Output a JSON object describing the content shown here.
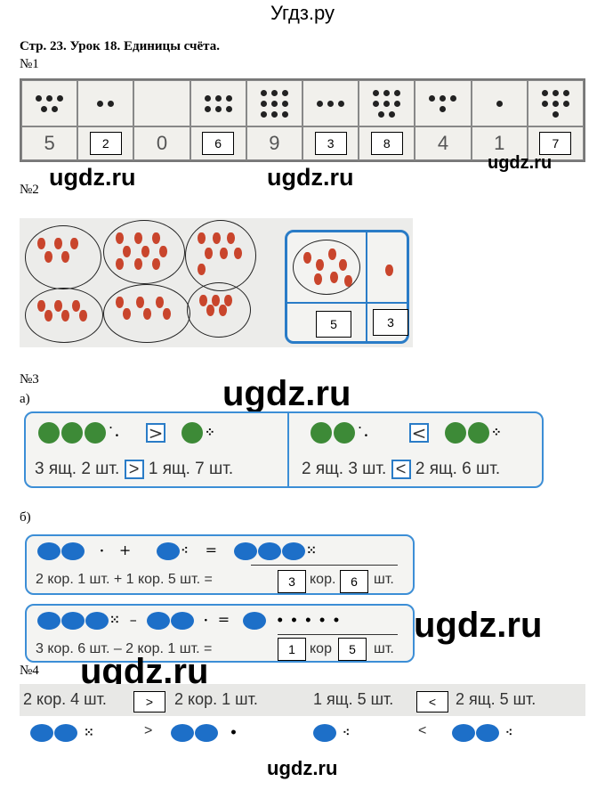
{
  "site_title": "Угдз.ру",
  "header": "Стр. 23. Урок 18. Единицы счёта.",
  "watermark": "ugdz.ru",
  "task1": {
    "label": "№1",
    "dot_counts": [
      5,
      2,
      0,
      6,
      9,
      3,
      8,
      4,
      1,
      7
    ],
    "cells": [
      {
        "v": "5",
        "ans": false
      },
      {
        "v": "2",
        "ans": true
      },
      {
        "v": "0",
        "ans": false
      },
      {
        "v": "6",
        "ans": true
      },
      {
        "v": "9",
        "ans": false
      },
      {
        "v": "3",
        "ans": true
      },
      {
        "v": "8",
        "ans": true
      },
      {
        "v": "4",
        "ans": false
      },
      {
        "v": "1",
        "ans": false
      },
      {
        "v": "7",
        "ans": true
      }
    ]
  },
  "task2": {
    "label": "№2",
    "answer_groups": "5",
    "answer_units": "3"
  },
  "task3": {
    "label": "№3",
    "a": {
      "label": "а)",
      "left_sign": ">",
      "left_text_1": "3 ящ. 2 шт.",
      "left_text_2": "1 ящ. 7 шт.",
      "right_sign": "<",
      "right_text_1": "2 ящ. 3 шт.",
      "right_text_2": "2 ящ. 6 шт."
    },
    "b": {
      "label": "б)",
      "row1": {
        "text_1": "2 кор. 1 шт. + 1 кор. 5 шт. =",
        "ans1": "3",
        "unit1": "кор.",
        "ans2": "6",
        "unit2": "шт.",
        "op": "+",
        "eq": "="
      },
      "row2": {
        "text_1": "3 кор. 6 шт. – 2 кор. 1 шт. =",
        "ans1": "1",
        "unit1": "кор",
        "ans2": "5",
        "unit2": "шт.",
        "op": "–",
        "eq": "="
      }
    }
  },
  "task4": {
    "label": "№4",
    "left_1": "2 кор. 4 шт.",
    "left_sign": ">",
    "left_2": "2 кор. 1 шт.",
    "right_1": "1 ящ. 5 шт.",
    "right_sign": "<",
    "right_2": "2 ящ. 5 шт.",
    "sign_gt": ">",
    "sign_lt": "<"
  }
}
